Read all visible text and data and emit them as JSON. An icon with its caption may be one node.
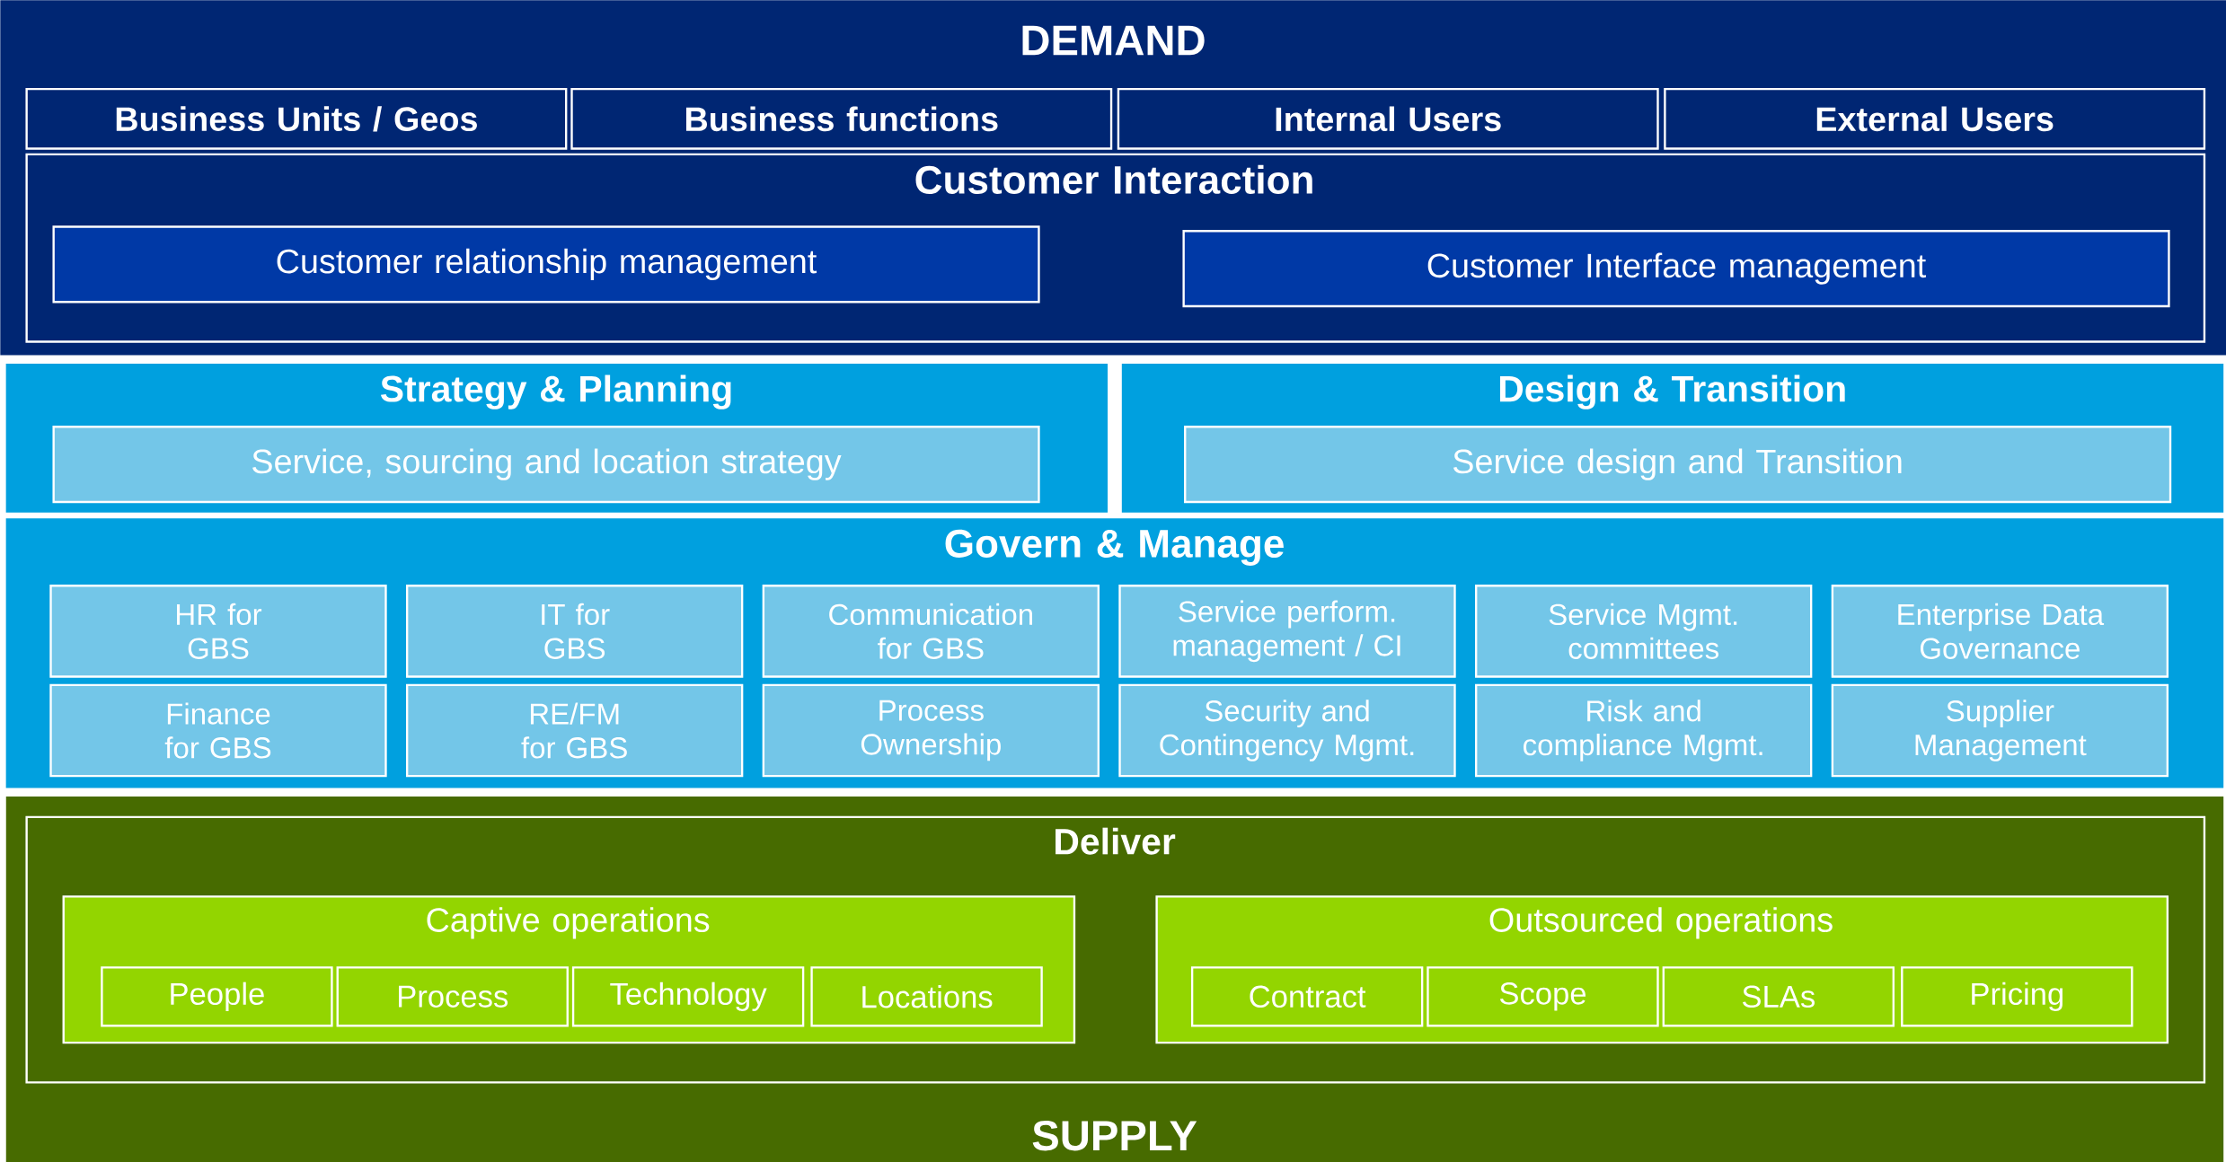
{
  "diagram": {
    "nodes": [
      {
        "text": [
          "DEMAND"
        ]
      },
      {
        "text": [
          "Business Units / Geos"
        ],
        "in": 0
      },
      {
        "text": [
          "Business functions"
        ],
        "in": 0
      },
      {
        "text": [
          "Internal Users"
        ],
        "in": 0
      },
      {
        "text": [
          "External Users"
        ],
        "in": 0
      },
      {
        "text": [
          "Customer Interaction"
        ],
        "in": 0
      },
      {
        "text": [
          "Customer relationship management"
        ],
        "in": 5
      },
      {
        "text": [
          "Customer Interface management"
        ],
        "in": 5
      },
      {
        "text": [
          "Strategy & Planning"
        ]
      },
      {
        "text": [
          "Service, sourcing and location strategy"
        ],
        "in": 8
      },
      {
        "text": [
          "Design & Transition"
        ]
      },
      {
        "text": [
          "Service design and Transition"
        ],
        "in": 10
      },
      {
        "text": [
          "Govern & Manage"
        ]
      },
      {
        "text": [
          "HR for GBS"
        ],
        "in": 12
      },
      {
        "text": [
          "IT for GBS"
        ],
        "in": 12
      },
      {
        "text": [
          "Communication for GBS"
        ],
        "in": 12
      },
      {
        "text": [
          "Service perform. management / CI"
        ],
        "in": 12
      },
      {
        "text": [
          "Service Mgmt. committees"
        ],
        "in": 12
      },
      {
        "text": [
          "Enterprise Data Governance"
        ],
        "in": 12
      },
      {
        "text": [
          "Finance for GBS"
        ],
        "in": 12
      },
      {
        "text": [
          "RE/FM for GBS"
        ],
        "in": 12
      },
      {
        "text": [
          "Process Ownership"
        ],
        "in": 12
      },
      {
        "text": [
          "Security and Contingency Mgmt."
        ],
        "in": 12
      },
      {
        "text": [
          "Risk and compliance Mgmt."
        ],
        "in": 12
      },
      {
        "text": [
          "Supplier Management"
        ],
        "in": 12
      },
      {
        "text": [
          "SUPPLY"
        ]
      },
      {
        "text": [
          "Deliver"
        ],
        "in": 25
      },
      {
        "text": [
          "Captive operations"
        ],
        "in": 26
      },
      {
        "text": [
          "People"
        ],
        "in": 27
      },
      {
        "text": [
          "Process"
        ],
        "in": 27
      },
      {
        "text": [
          "Technology"
        ],
        "in": 27
      },
      {
        "text": [
          "Locations"
        ],
        "in": 27
      },
      {
        "text": [
          "Outsourced operations"
        ],
        "in": 26
      },
      {
        "text": [
          "Contract"
        ],
        "in": 32
      },
      {
        "text": [
          "Scope"
        ],
        "in": 32
      },
      {
        "text": [
          "SLAs"
        ],
        "in": 32
      },
      {
        "text": [
          "Pricing"
        ],
        "in": 32
      }
    ],
    "edges": []
  }
}
